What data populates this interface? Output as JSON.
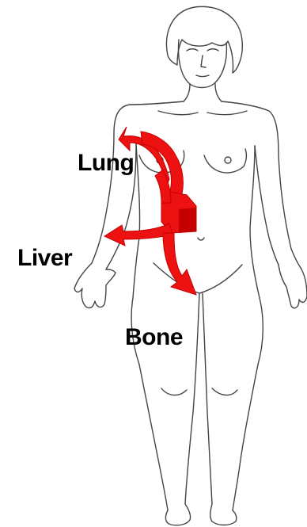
{
  "labels": {
    "lung": "Lung",
    "liver": "Liver",
    "bone": "Bone"
  },
  "colors": {
    "arrow": "#ee1111",
    "arrow_dark": "#c40000",
    "outline": "#444444",
    "text": "#000000",
    "background": "#ffffff"
  }
}
